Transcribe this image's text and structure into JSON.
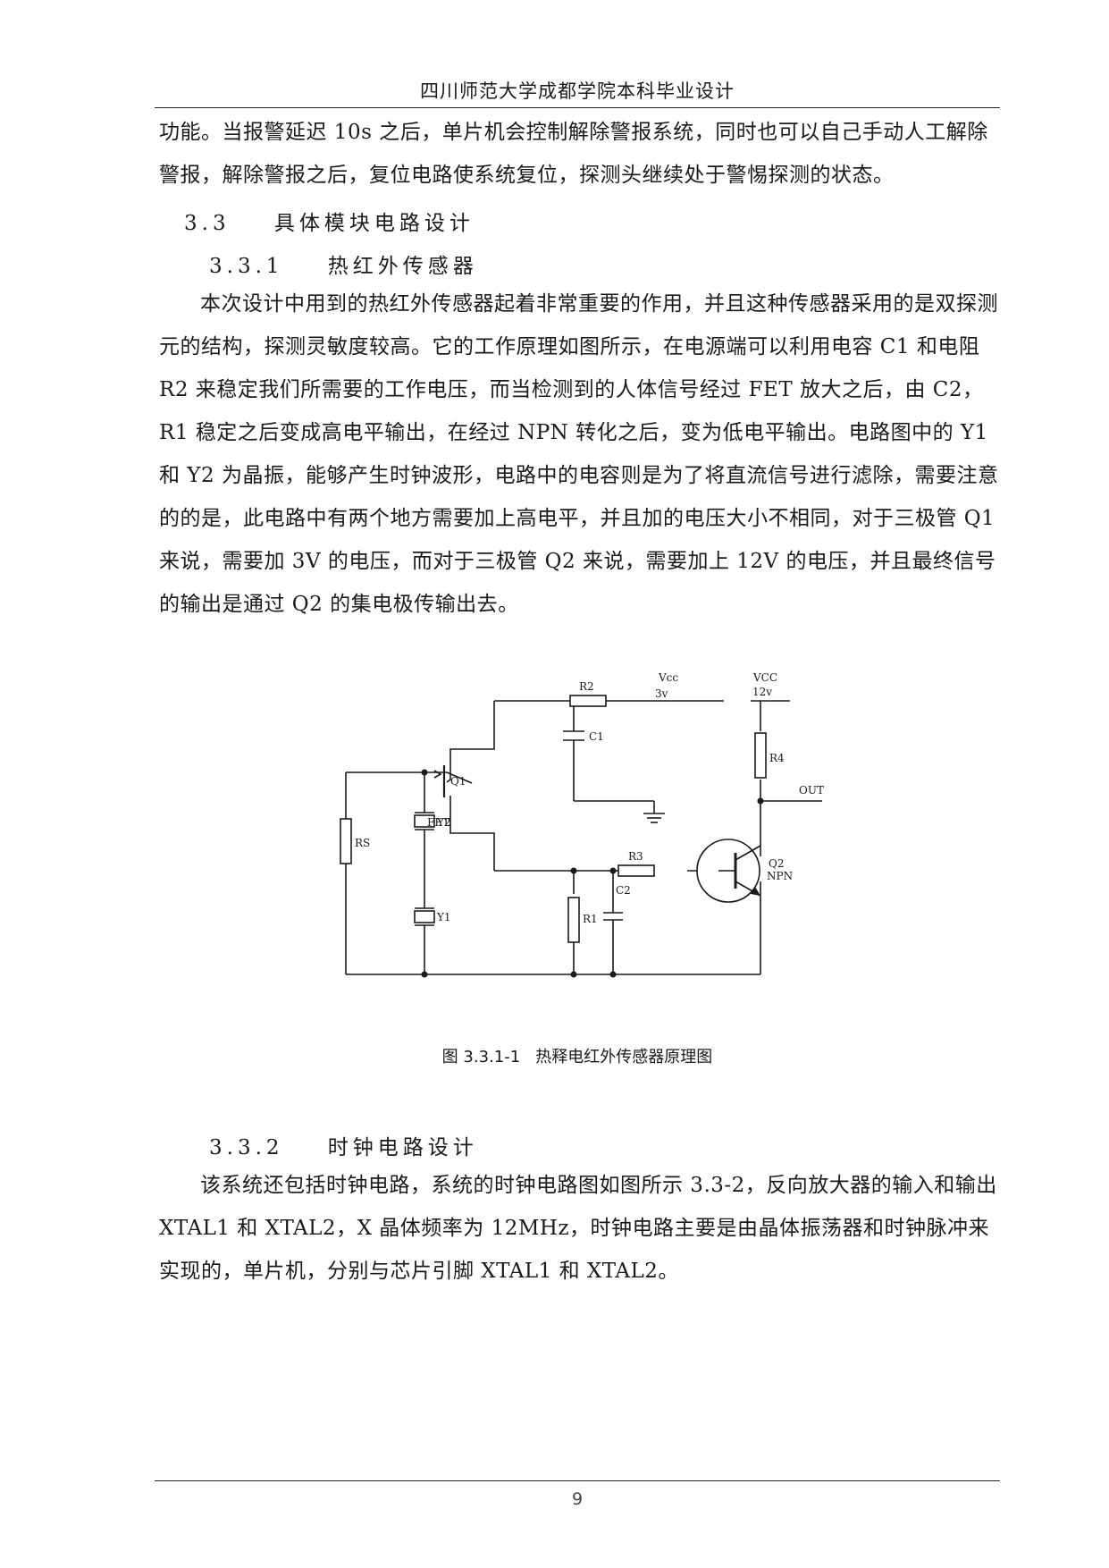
{
  "header": {
    "title": "四川师范大学成都学院本科毕业设计"
  },
  "intro_paragraph": "功能。当报警延迟 10s 之后，单片机会控制解除警报系统，同时也可以自己手动人工解除警报，解除警报之后，复位电路使系统复位，探测头继续处于警惕探测的状态。",
  "section_3_3": {
    "number": "3.3",
    "title": "具体模块电路设计"
  },
  "section_3_3_1": {
    "number": "3.3.1",
    "title": "热红外传感器",
    "paragraph": "本次设计中用到的热红外传感器起着非常重要的作用，并且这种传感器采用的是双探测元的结构，探测灵敏度较高。它的工作原理如图所示，在电源端可以利用电容 C1 和电阻 R2 来稳定我们所需要的工作电压，而当检测到的人体信号经过 FET 放大之后，由 C2，R1 稳定之后变成高电平输出，在经过 NPN 转化之后，变为低电平输出。电路图中的 Y1 和 Y2 为晶振，能够产生时钟波形，电路中的电容则是为了将直流信号进行滤除，需要注意的的是，此电路中有两个地方需要加上高电平，并且加的电压大小不相同，对于三极管 Q1 来说，需要加 3V 的电压，而对于三极管 Q2 来说，需要加上 12V 的电压，并且最终信号的输出是通过 Q2 的集电极传输出去。"
  },
  "figure": {
    "caption": "图 3.3.1-1   热释电红外传感器原理图",
    "labels": {
      "r2": "R2",
      "vcc_left": "Vcc",
      "v3": "3v",
      "vcc_right": "VCC",
      "v12": "12v",
      "c1": "C1",
      "r4": "R4",
      "q1": "Q1",
      "fet": "FET",
      "out": "OUT",
      "y2": "Y2",
      "rs": "RS",
      "r3": "R3",
      "q2": "Q2",
      "npn": "NPN",
      "c2": "C2",
      "r1": "R1",
      "y1": "Y1"
    }
  },
  "section_3_3_2": {
    "number": "3.3.2",
    "title": "时钟电路设计",
    "paragraph": "该系统还包括时钟电路，系统的时钟电路图如图所示 3.3-2，反向放大器的输入和输出 XTAL1 和 XTAL2，X 晶体频率为 12MHz，时钟电路主要是由晶体振荡器和时钟脉冲来实现的，单片机，分别与芯片引脚 XTAL1 和 XTAL2。"
  },
  "footer": {
    "page_number": "9"
  }
}
